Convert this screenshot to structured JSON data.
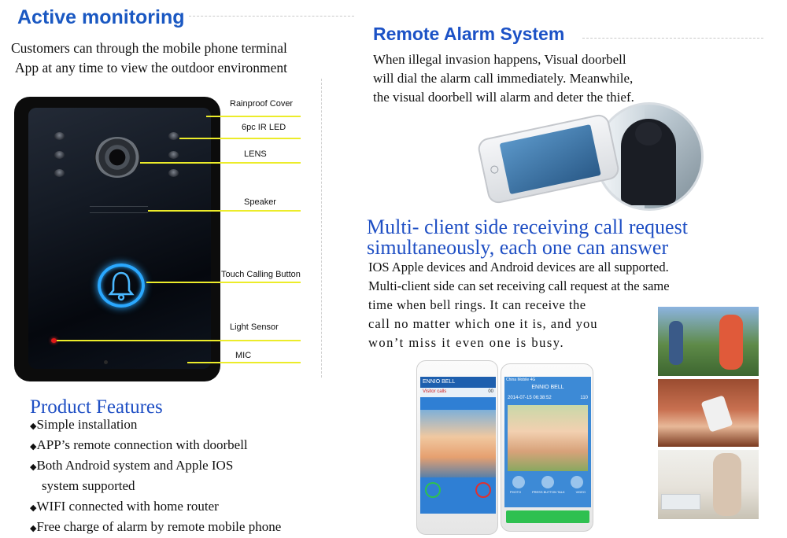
{
  "active": {
    "title": "Active monitoring",
    "line1": "Customers can through the mobile phone terminal",
    "line2": "App at any time to view the outdoor environment"
  },
  "device": {
    "callouts": [
      "Rainproof Cover",
      "6pc IR LED",
      "LENS",
      "Speaker",
      "Touch Calling Button",
      "Light Sensor",
      "MIC"
    ]
  },
  "features": {
    "title": "Product Features",
    "items": [
      "Simple installation",
      "APP’s remote connection with doorbell",
      "Both Android system and Apple IOS",
      "system supported",
      "WIFI connected with home router",
      "Free charge of alarm by remote mobile phone"
    ]
  },
  "alarm": {
    "title": "Remote Alarm System",
    "lines": [
      "When illegal invasion happens, Visual doorbell",
      "will dial the alarm call immediately. Meanwhile,",
      "the visual doorbell will alarm and deter the thief."
    ]
  },
  "multi": {
    "title1": "Multi- client side receiving call request",
    "title2": "simultaneously, each one can answer",
    "lines": [
      "IOS Apple devices and Android devices are all supported.",
      "Multi-client side can set receiving call request at the same",
      "time when bell rings. It can receive the",
      "call no matter which one it is, and you",
      "won’t miss it even one is busy."
    ]
  },
  "phones": {
    "left_app": "ENNIO BELL",
    "left_status": "Visitor calls",
    "left_time": "00",
    "right_carrier": "China Mobile 4G",
    "right_app": "ENNIO BELL",
    "right_date": "2014-07-15",
    "right_time": "06:38:52",
    "right_num": "110",
    "btn_photo": "PHOTO",
    "btn_talk": "PRESS BUTTON TALK",
    "btn_video": "VIDEO"
  }
}
